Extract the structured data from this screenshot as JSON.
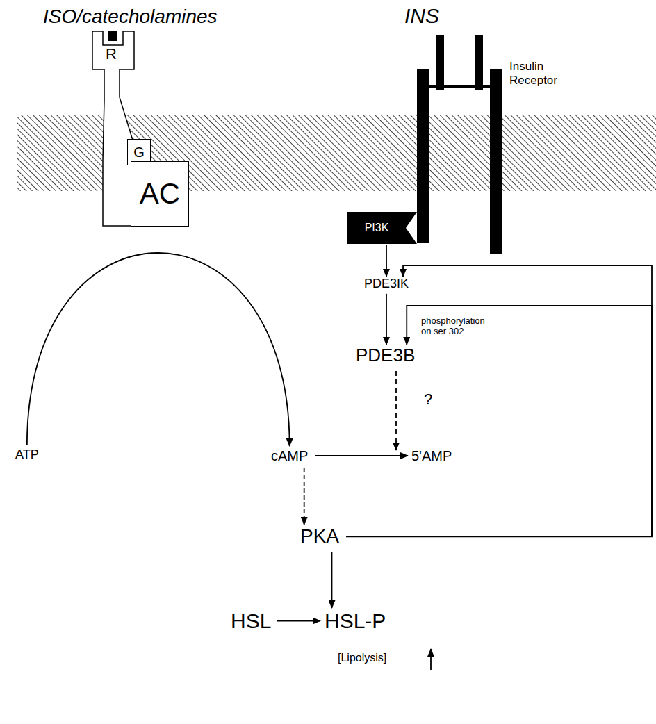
{
  "diagram": {
    "nodes": [
      {
        "text": [
          "R"
        ]
      },
      {
        "text": [
          "G"
        ]
      },
      {
        "text": [
          "AC"
        ]
      },
      {
        "text": [
          "PI3K"
        ]
      },
      {
        "text": [
          "PDE3IK"
        ]
      },
      {
        "text": [
          "PDE3B"
        ]
      },
      {
        "text": [
          "ATP"
        ]
      },
      {
        "text": [
          "cAMP"
        ]
      },
      {
        "text": [
          "5'AMP"
        ]
      },
      {
        "text": [
          "PKA"
        ]
      },
      {
        "text": [
          "HSL"
        ]
      },
      {
        "text": [
          "HSL-P"
        ]
      }
    ],
    "edges": [
      {
        "from": 3,
        "to": 4,
        "arrow": "to"
      },
      {
        "from": 4,
        "to": 5,
        "arrow": "to"
      },
      {
        "from": 6,
        "to": 7,
        "arrow": "to"
      },
      {
        "from": 7,
        "to": 8,
        "arrow": "to"
      },
      {
        "from": 7,
        "to": 9,
        "arrow": "to"
      },
      {
        "from": 9,
        "to": 11,
        "arrow": "to"
      },
      {
        "from": 10,
        "to": 11,
        "arrow": "to"
      },
      {
        "from": 9,
        "to": 4,
        "arrow": "to"
      },
      {
        "from": 9,
        "to": 5,
        "arrow": "to"
      }
    ],
    "labels": [
      "ISO/catecholamines",
      "INS",
      "Insulin Receptor",
      "phosphorylation on ser 302",
      "?",
      "[Lipolysis]"
    ]
  }
}
